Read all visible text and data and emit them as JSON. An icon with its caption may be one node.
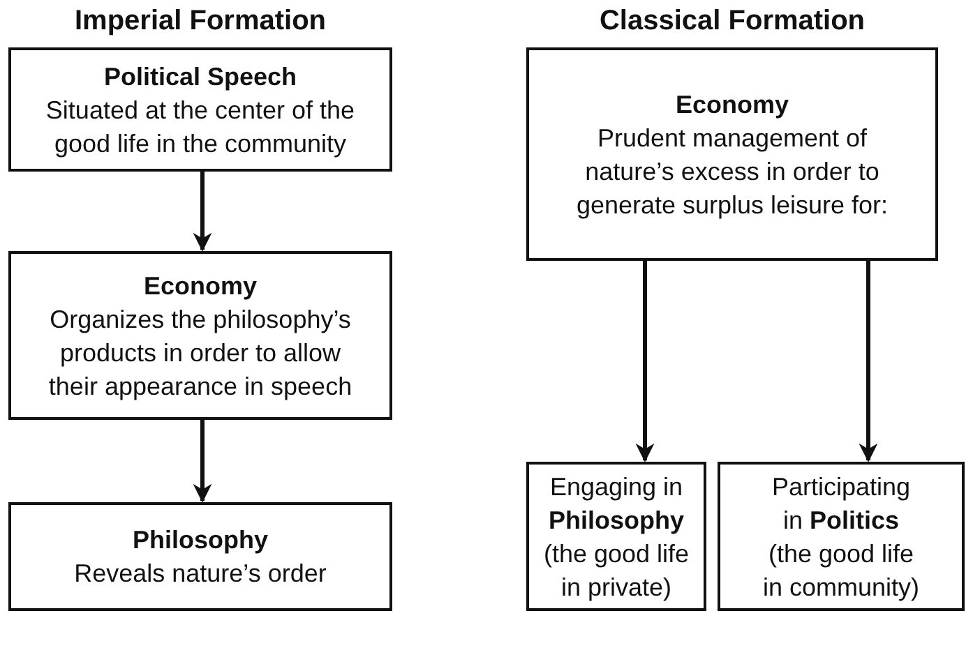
{
  "diagram": {
    "nodes": [
      {
        "text": [
          "Political Speech",
          "Situated at the center of the good life in the community"
        ]
      },
      {
        "text": [
          "Economy",
          "Organizes the philosophy’s products in order to allow their appearance in speech"
        ]
      },
      {
        "text": [
          "Philosophy",
          "Reveals nature’s order"
        ]
      },
      {
        "text": [
          "Economy",
          "Prudent management of nature’s excess in order to generate surplus leisure for:"
        ]
      },
      {
        "text": [
          "Engaging in **Philosophy** (the good life in private)"
        ]
      },
      {
        "text": [
          "Participating in **Politics** (the good life in community)"
        ]
      }
    ],
    "edges": [
      {
        "from": 0,
        "to": 1,
        "arrow": "to"
      },
      {
        "from": 1,
        "to": 2,
        "arrow": "to"
      },
      {
        "from": 3,
        "to": 4,
        "arrow": "to"
      },
      {
        "from": 3,
        "to": 5,
        "arrow": "to"
      }
    ],
    "labels": [
      "Imperial Formation",
      "Classical Formation"
    ]
  }
}
